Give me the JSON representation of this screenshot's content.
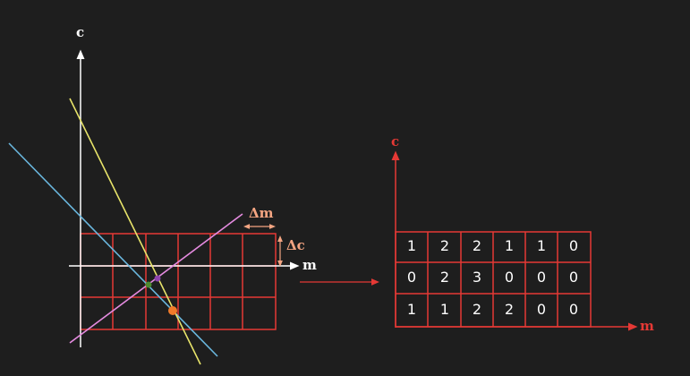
{
  "colors": {
    "background": "#1e1e1e",
    "axis_white": "#ffffff",
    "grid_red": "#e53935",
    "delta_orange": "#f4a582",
    "line_blue": "#6ab7de",
    "line_yellow": "#e8e46a",
    "line_pink": "#e58be0",
    "point_green": "#4c8a2e",
    "point_purple": "#8e44ad",
    "point_orange": "#f07a2a",
    "accumulator_red": "#e53935"
  },
  "left_panel": {
    "y_axis_label": "c",
    "x_axis_label": "m",
    "delta_m_label": "Δm",
    "delta_c_label": "Δc",
    "lines": [
      "line_blue",
      "line_yellow",
      "line_pink"
    ],
    "grid": {
      "rows": 3,
      "cols": 6
    }
  },
  "right_panel": {
    "y_axis_label": "c",
    "x_axis_label": "m",
    "accumulator": [
      [
        "1",
        "2",
        "2",
        "1",
        "1",
        "0"
      ],
      [
        "0",
        "2",
        "3",
        "0",
        "0",
        "0"
      ],
      [
        "1",
        "1",
        "2",
        "2",
        "0",
        "0"
      ]
    ]
  },
  "arrow_icon": "right-arrow-icon"
}
